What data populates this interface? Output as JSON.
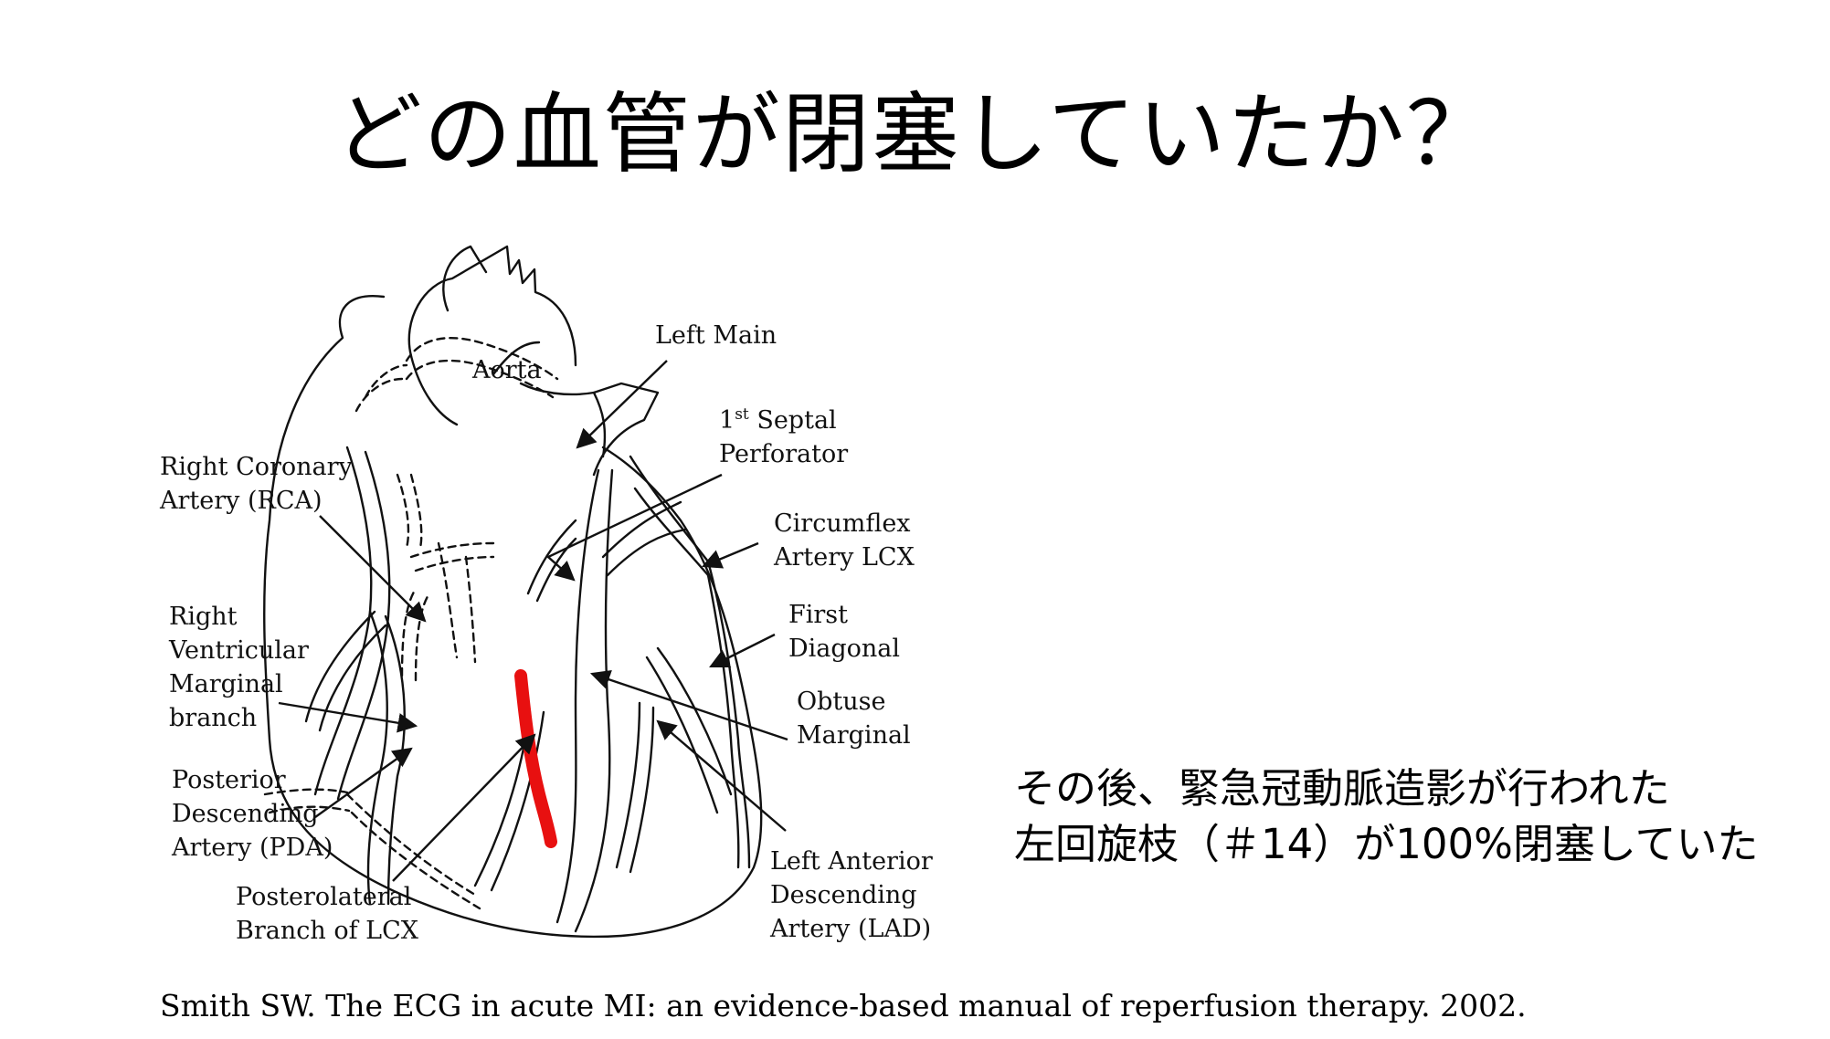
{
  "slide": {
    "title": "どの血管が閉塞していたか？",
    "note_lines": [
      "その後、緊急冠動脈造影が行われた",
      "左回旋枝（＃14）が100%閉塞していた"
    ],
    "citation": "Smith SW. The ECG in acute MI: an evidence-based manual of reperfusion therapy. 2002."
  },
  "diagram": {
    "labels": {
      "aorta": "Aorta",
      "left_main": "Left Main",
      "septal_prefix": "1",
      "septal_sup": "st",
      "septal_line1_rest": " Septal",
      "septal_line2": "Perforator",
      "rca_line1": "Right Coronary",
      "rca_line2": "Artery (RCA)",
      "lcx_line1": "Circumflex",
      "lcx_line2": "Artery LCX",
      "rvm_line1": "Right",
      "rvm_line2": "Ventricular",
      "rvm_line3": "Marginal",
      "rvm_line4": "branch",
      "diag_line1": "First",
      "diag_line2": "Diagonal",
      "om_line1": "Obtuse",
      "om_line2": "Marginal",
      "pda_line1": "Posterior",
      "pda_line2": "Descending",
      "pda_line3": "Artery (PDA)",
      "lad_line1": "Left Anterior",
      "lad_line2": "Descending",
      "lad_line3": "Artery (LAD)",
      "plb_line1": "Posterolateral",
      "plb_line2": "Branch of LCX"
    },
    "colors": {
      "line": "#111111",
      "occlusion": "#e81010"
    },
    "icons": [
      "heart-outline-drawing",
      "occlusion-highlight"
    ]
  }
}
